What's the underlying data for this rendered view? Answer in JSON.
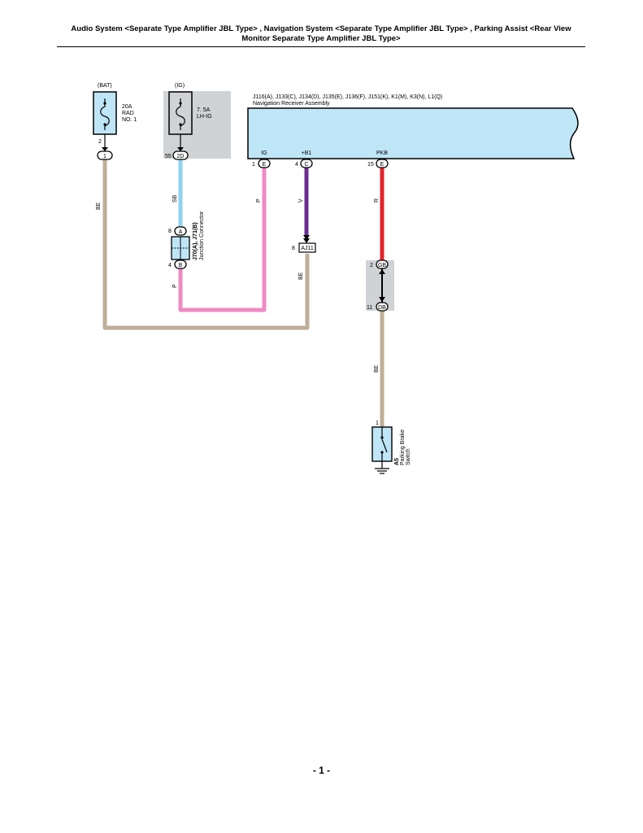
{
  "header": {
    "title_line1": "Audio System <Separate Type Amplifier JBL Type> , Navigation System <Separate Type Amplifier JBL Type> , Parking Assist <Rear View",
    "title_line2": "Monitor Separate Type Amplifier JBL Type>"
  },
  "page_number": "- 1 -",
  "fuses": {
    "bat": {
      "source": "(BAT)",
      "rating": "20A",
      "name1": "RAD",
      "name2": "NO. 1",
      "pin": "2",
      "connector": "1"
    },
    "ig": {
      "source": "(IG)",
      "rating": "7. 5A",
      "name": "LH-IG",
      "pin": "55",
      "connector": "2D"
    }
  },
  "receiver": {
    "connectors": "J116(A), J133(C), J134(D), J135(E), J136(F), J151(K), K1(M), K3(N), L1(Q)",
    "name": "Navigation Receiver Assembly",
    "terminals": [
      {
        "label": "IG",
        "pin": "1",
        "connector": "E"
      },
      {
        "label": "+B1",
        "pin": "4",
        "connector": "C"
      },
      {
        "label": "PKB",
        "pin": "15",
        "connector": "E"
      }
    ]
  },
  "junction": {
    "id": "J70(A), J71(B)",
    "name": "Junction Connector",
    "pin_top": "8",
    "conn_top": "A",
    "pin_bottom": "4",
    "conn_bottom": "B"
  },
  "aj11": {
    "pin": "8",
    "label": "AJ11"
  },
  "inline": {
    "top_pin": "2",
    "top_conn": "GB",
    "bottom_pin": "11",
    "bottom_conn": "DB"
  },
  "parking_switch": {
    "pin": "1",
    "id": "A5",
    "name1": "Parking Brake",
    "name2": "Switch"
  },
  "wires": {
    "bat_color": "BE",
    "ig_color": "SB",
    "jc_out_color": "P",
    "ig_recv_color": "P",
    "b1_color": "V",
    "aj_out_color": "BE",
    "pkb_color": "R",
    "switch_color": "BE"
  },
  "colors": {
    "beige": "#bfae97",
    "sky_blue": "#8fd3ee",
    "pink": "#ef8ac4",
    "violet": "#6b2c91",
    "red": "#e3242b",
    "component_fill": "#bfe6f7",
    "shade": "#d0d3d6"
  }
}
